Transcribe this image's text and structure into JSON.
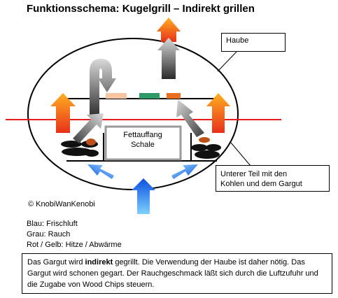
{
  "title": "Funktionsschema: Kugelgrill – Indirekt grillen",
  "callouts": {
    "haube": "Haube",
    "unterer_teil_line1": "Unterer Teil mit den",
    "unterer_teil_line2": "Kohlen und dem Gargut"
  },
  "fettauffang": {
    "line1": "Fettauffang",
    "line2": "Schale"
  },
  "copyright": "© KnobiWanKenobi",
  "legend": {
    "blau": "Blau: Frischluft",
    "grau": "Grau: Rauch",
    "rot_gelb": "Rot / Gelb: Hitze / Abwärme"
  },
  "note": {
    "part1": "Das Gargut wird ",
    "bold": "indirekt",
    "part2": " gegrillt. Die Verwendung der Haube ist daher nötig. Das Gargut wird schonen gegart. Der Rauchgeschmack läßt sich durch die Luftzufuhr und die Zugabe von Wood Chips steuern."
  },
  "colors": {
    "frischluft": "#1e90ff",
    "rauch": "#8c8c8c",
    "hitze_rot": "#e8301a",
    "hitze_gelb": "#ffb020",
    "grillrost_linie": "#e51c1c",
    "gargut_orange": "#e87020",
    "gargut_gruen": "#2e9a66",
    "gargut_beige": "#f7c59f"
  }
}
